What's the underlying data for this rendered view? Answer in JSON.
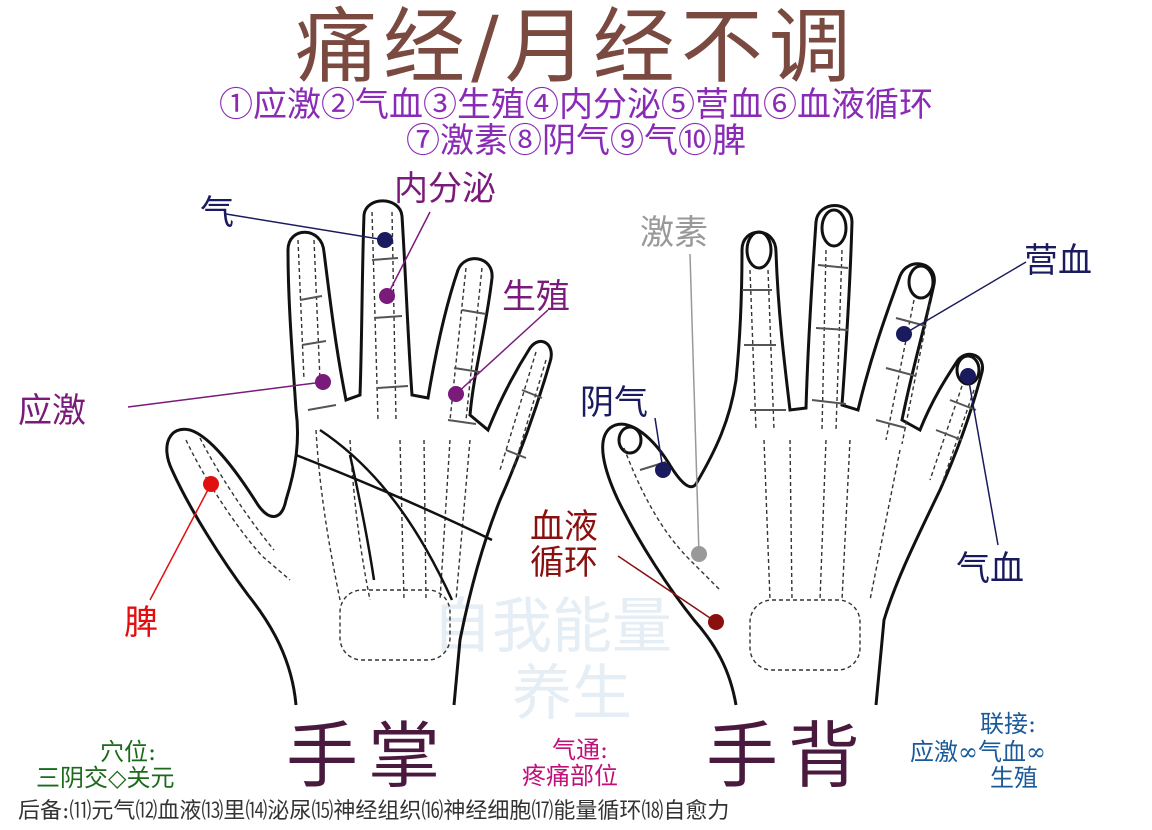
{
  "title": "痛经/月经不调",
  "legend": {
    "line1": "①应激②气血③生殖④内分泌⑤营血⑥血液循环",
    "line2": "⑦激素⑧阴气⑨气⑩脾"
  },
  "palm": {
    "labels": {
      "qi": "气",
      "neifenmi": "内分泌",
      "shengzhi": "生殖",
      "yingji": "应激",
      "pi": "脾"
    },
    "caption": "手掌"
  },
  "back": {
    "labels": {
      "jisu": "激素",
      "yingxue": "营血",
      "yinqi": "阴气",
      "xueye_1": "血液",
      "xueye_2": "循环",
      "qixue": "气血"
    },
    "caption": "手背"
  },
  "watermark": {
    "line1": "自我能量",
    "line2": "养生"
  },
  "acupoints": {
    "title": "穴位:",
    "value": "三阴交◇关元"
  },
  "qitong": {
    "title": "气通:",
    "value": "疼痛部位"
  },
  "link": {
    "title": "联接:",
    "value1": "应激∞气血∞",
    "value2": "生殖"
  },
  "backup": "后备:⑾元气⑿血液⒀里⒁泌尿⒂神经组织⒃神经细胞⒄能量循环⒅自愈力",
  "colors": {
    "title": "#7a4a40",
    "legend": "#8a2bb5",
    "navy": "#1a1a5e",
    "purple": "#7a1a7a",
    "red": "#e01010",
    "darkred": "#8a1010",
    "gray": "#999999",
    "green": "#1a6a1a",
    "magenta": "#c0107a",
    "blue": "#1a5a9a"
  }
}
